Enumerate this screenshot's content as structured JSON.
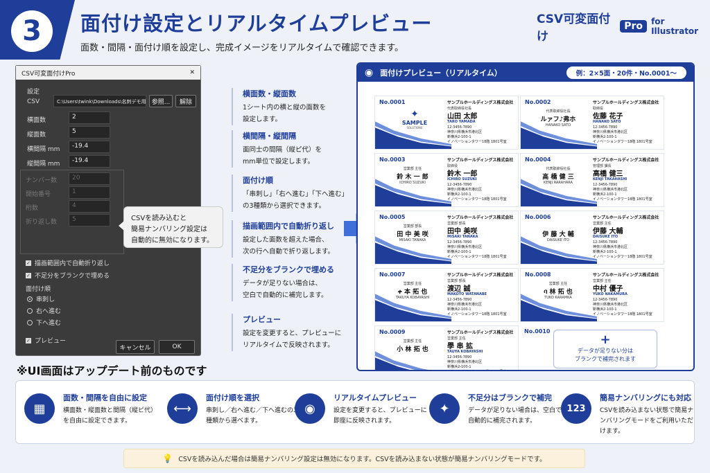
{
  "header": {
    "step": "3",
    "title": "面付け設定とリアルタイムプレビュー",
    "subtitle": "面数・間隔・面付け順を設定し、完成イメージをリアルタイムで確認できます。"
  },
  "brand": {
    "name": "CSV可変面付け",
    "pro": "Pro",
    "suffix": "for Illustrator"
  },
  "dialog": {
    "title": "CSV可変面付けPro",
    "close": "✕",
    "section_settings": "設定",
    "csv_label": "CSV",
    "csv_path": "C:\\Users\\twink\\Downloads\\名刺デモ用.csv",
    "browse": "参照...",
    "clear": "解除",
    "cols_label": "横面数",
    "cols": "2",
    "rows_label": "縦面数",
    "rows": "5",
    "hgap_label": "横間隔 mm",
    "hgap": "-19.4",
    "vgap_label": "縦間隔 mm",
    "vgap": "-19.4",
    "num_label": "ナンバー数",
    "num": "20",
    "start_label": "開始番号",
    "start": "1",
    "digits_label": "桁数",
    "digits": "4",
    "wrap_label": "折り返し数",
    "wrap": "5",
    "chk_autowrap": "描画範囲内で自動折り返し",
    "chk_fillblank": "不足分をブランクで埋める",
    "order_label": "面付け順",
    "order1": "串刺し",
    "order2": "右へ進む",
    "order3": "下へ進む",
    "chk_preview": "プレビュー",
    "cancel": "キャンセル",
    "ok": "OK"
  },
  "callout": {
    "line1": "CSVを読み込むと",
    "line2": "簡易ナンバリング設定は",
    "line3": "自動的に無効になります。"
  },
  "note": "※UI画面はアップデート前のものです",
  "features": [
    {
      "title": "横面数・縦面数",
      "desc1": "1シート内の横と縦の面数を",
      "desc2": "設定します。"
    },
    {
      "title": "横間隔・縦間隔",
      "desc1": "面同士の間隔（縦ピ代）を",
      "desc2": "mm単位で設定します。"
    },
    {
      "title": "面付け順",
      "desc1": "「串刺し」「右へ進む」「下へ進む」",
      "desc2": "の3種類から選択できます。"
    },
    {
      "title": "描画範囲内で自動折り返し",
      "desc1": "設定した面数を超えた場合、",
      "desc2": "次の行へ自動で折り返します。"
    },
    {
      "title": "不足分をブランクで埋める",
      "desc1": "データが足りない場合は、",
      "desc2": "空白で自動的に補完します。"
    },
    {
      "title": "プレビュー",
      "desc1": "設定を変更すると、プレビューに",
      "desc2": "リアルタイムで反映されます。"
    }
  ],
  "preview": {
    "title": "面付けプレビュー（リアルタイム）",
    "badge": "例：2×5面・20件・No.0001〜",
    "blank_line1": "データが足りない分は",
    "blank_line2": "ブランクで補完されます",
    "company": "サンプルホールディングス株式会社",
    "phone": "12-3456-7890",
    "addr1": "神奈川県横浜市港北区",
    "addr2": "新横浜2-100-1",
    "addr3": "イノベーションタワー18階 1801号室",
    "logo_text": "SAMPLE",
    "logo_sub": "SOLUTIONS",
    "cards": [
      {
        "no": "No.0001",
        "title": "代表取締役社長",
        "name": "山田 太郎",
        "roman": "TARO YAMADA",
        "left_title": "",
        "left_name": "",
        "left_roman": ""
      },
      {
        "no": "No.0002",
        "title": "取締役",
        "name": "佐藤 花子",
        "roman": "HANAKO SATO",
        "left_title": "代表取締役社長",
        "left_name": "ルァフ♪弗ホ",
        "left_roman": "HANAKO SATO"
      },
      {
        "no": "No.0003",
        "title": "取締役",
        "name": "鈴木 一郎",
        "roman": "ICHIRO SUZUKI",
        "left_title": "営業部 主任",
        "left_name": "鈴 木 一 郎",
        "left_roman": "ICHIRO SUZUKI"
      },
      {
        "no": "No.0004",
        "title": "管理部 課長",
        "name": "高橋 健三",
        "roman": "KENJI TAKAHASHI",
        "left_title": "代表取締役社長",
        "left_name": "高 橋 健 三",
        "left_roman": "KENJI RARAHARA"
      },
      {
        "no": "No.0005",
        "title": "営業部 部長",
        "name": "田中 美咲",
        "roman": "MISAKI TANAKA",
        "left_title": "営業部 部長",
        "left_name": "田 中 美 咲",
        "left_roman": "MISAKI TANAKA"
      },
      {
        "no": "No.0006",
        "title": "営業部 主任",
        "name": "伊藤 大輔",
        "roman": "DAISUKE ITO",
        "left_title": "",
        "left_name": "伊 藤 大 輔",
        "left_roman": "DAISUKE ITO"
      },
      {
        "no": "No.0007",
        "title": "営業部 部長",
        "name": "渡辺 誠",
        "roman": "MAKOTO WATANABE",
        "left_title": "営業部 主任",
        "left_name": "ቀ 本 拓 也",
        "left_roman": "TAKUYA KOBAYASHI"
      },
      {
        "no": "No.0008",
        "title": "営業部 主任",
        "name": "中村 優子",
        "roman": "YUKO NAKAMURA",
        "left_title": "営業部 主任",
        "left_name": "ባ 林 拓 也",
        "left_roman": "TUKO KARAMKA"
      },
      {
        "no": "No.0009",
        "title": "営業部 主任",
        "name": "學 串 拡",
        "roman": "TAUYA KOBAYASHI",
        "left_title": "営業部 主任",
        "left_name": "小 林 拓 也",
        "left_roman": ""
      },
      {
        "no": "No.0010",
        "title": "",
        "name": "",
        "roman": "",
        "left_title": "",
        "left_name": "",
        "left_roman": ""
      }
    ]
  },
  "bottom": [
    {
      "icon": "▦",
      "title": "面数・間隔を自由に設定",
      "desc": "横面数・縦面数と間隔（縦ピ代）を自由に設定できます。"
    },
    {
      "icon": "⟷",
      "title": "面付け順を選択",
      "desc": "串刺し／右へ進む／下へ進むの3種類から選べます。"
    },
    {
      "icon": "◉",
      "title": "リアルタイムプレビュー",
      "desc": "設定を変更すると、プレビューに即座に反映されます。"
    },
    {
      "icon": "✦",
      "title": "不足分はブランクで補完",
      "desc": "データが足りない場合は、空白で自動的に補完されます。"
    },
    {
      "icon": "123",
      "title": "簡易ナンバリングにも対応",
      "desc": "CSVを読み込まない状態で簡易ナンバリングモードをご利用いただけます。"
    }
  ],
  "tip": "CSVを読み込んだ場合は簡易ナンバリング設定は無効になります。CSVを読み込まない状態が簡易ナンバリングモードです。",
  "colors": {
    "primary": "#1e3e9a",
    "accent": "#3f6fd8",
    "dialog_bg": "#3b3b3b",
    "tip_bg": "#fbf1dc"
  }
}
